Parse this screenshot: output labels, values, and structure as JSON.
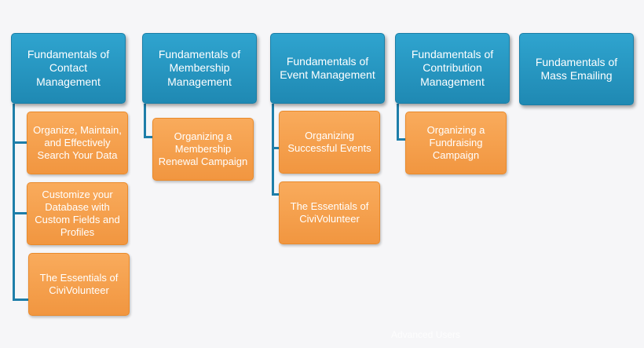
{
  "columns": [
    {
      "title": "Fundamentals of Contact Management",
      "items": [
        "Organize, Maintain, and Effectively Search Your Data",
        "Customize your Database with Custom Fields and Profiles",
        "The Essentials of CiviVolunteer"
      ]
    },
    {
      "title": "Fundamentals of Membership Management",
      "items": [
        "Organizing a Membership Renewal Campaign"
      ]
    },
    {
      "title": "Fundamentals of Event Management",
      "items": [
        "Organizing Successful Events",
        "The Essentials of CiviVolunteer"
      ]
    },
    {
      "title": "Fundamentals of Contribution Management",
      "items": [
        "Organizing a Fundraising Campaign"
      ]
    },
    {
      "title": "Fundamentals of Mass Emailing",
      "items": []
    }
  ],
  "footer_label": "Advanced Users",
  "colors": {
    "header_blue": "#1f89b3",
    "item_orange": "#f5a04d",
    "connector": "#1e7ea9"
  }
}
